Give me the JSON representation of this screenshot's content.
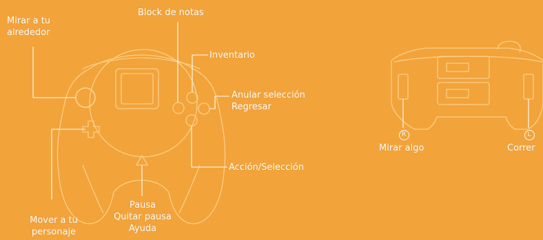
{
  "front_labels": {
    "look_around": [
      "Mirar a tu",
      "alrededor"
    ],
    "notepad": "Block de notas",
    "inventory": "Inventario",
    "cancel": [
      "Anular selección",
      "Regresar"
    ],
    "action": "Acción/Selección",
    "pause": [
      "Pausa",
      "Quitar pausa",
      "Ayuda"
    ],
    "move": [
      "Mover a tu",
      "personaje"
    ]
  },
  "back_labels": {
    "r_trigger_letter": "R",
    "r_trigger_text": "Mirar algo",
    "l_trigger_letter": "L",
    "l_trigger_text": "Correr"
  },
  "colors": {
    "background": "#f2a33a",
    "line": "#ffffff"
  }
}
